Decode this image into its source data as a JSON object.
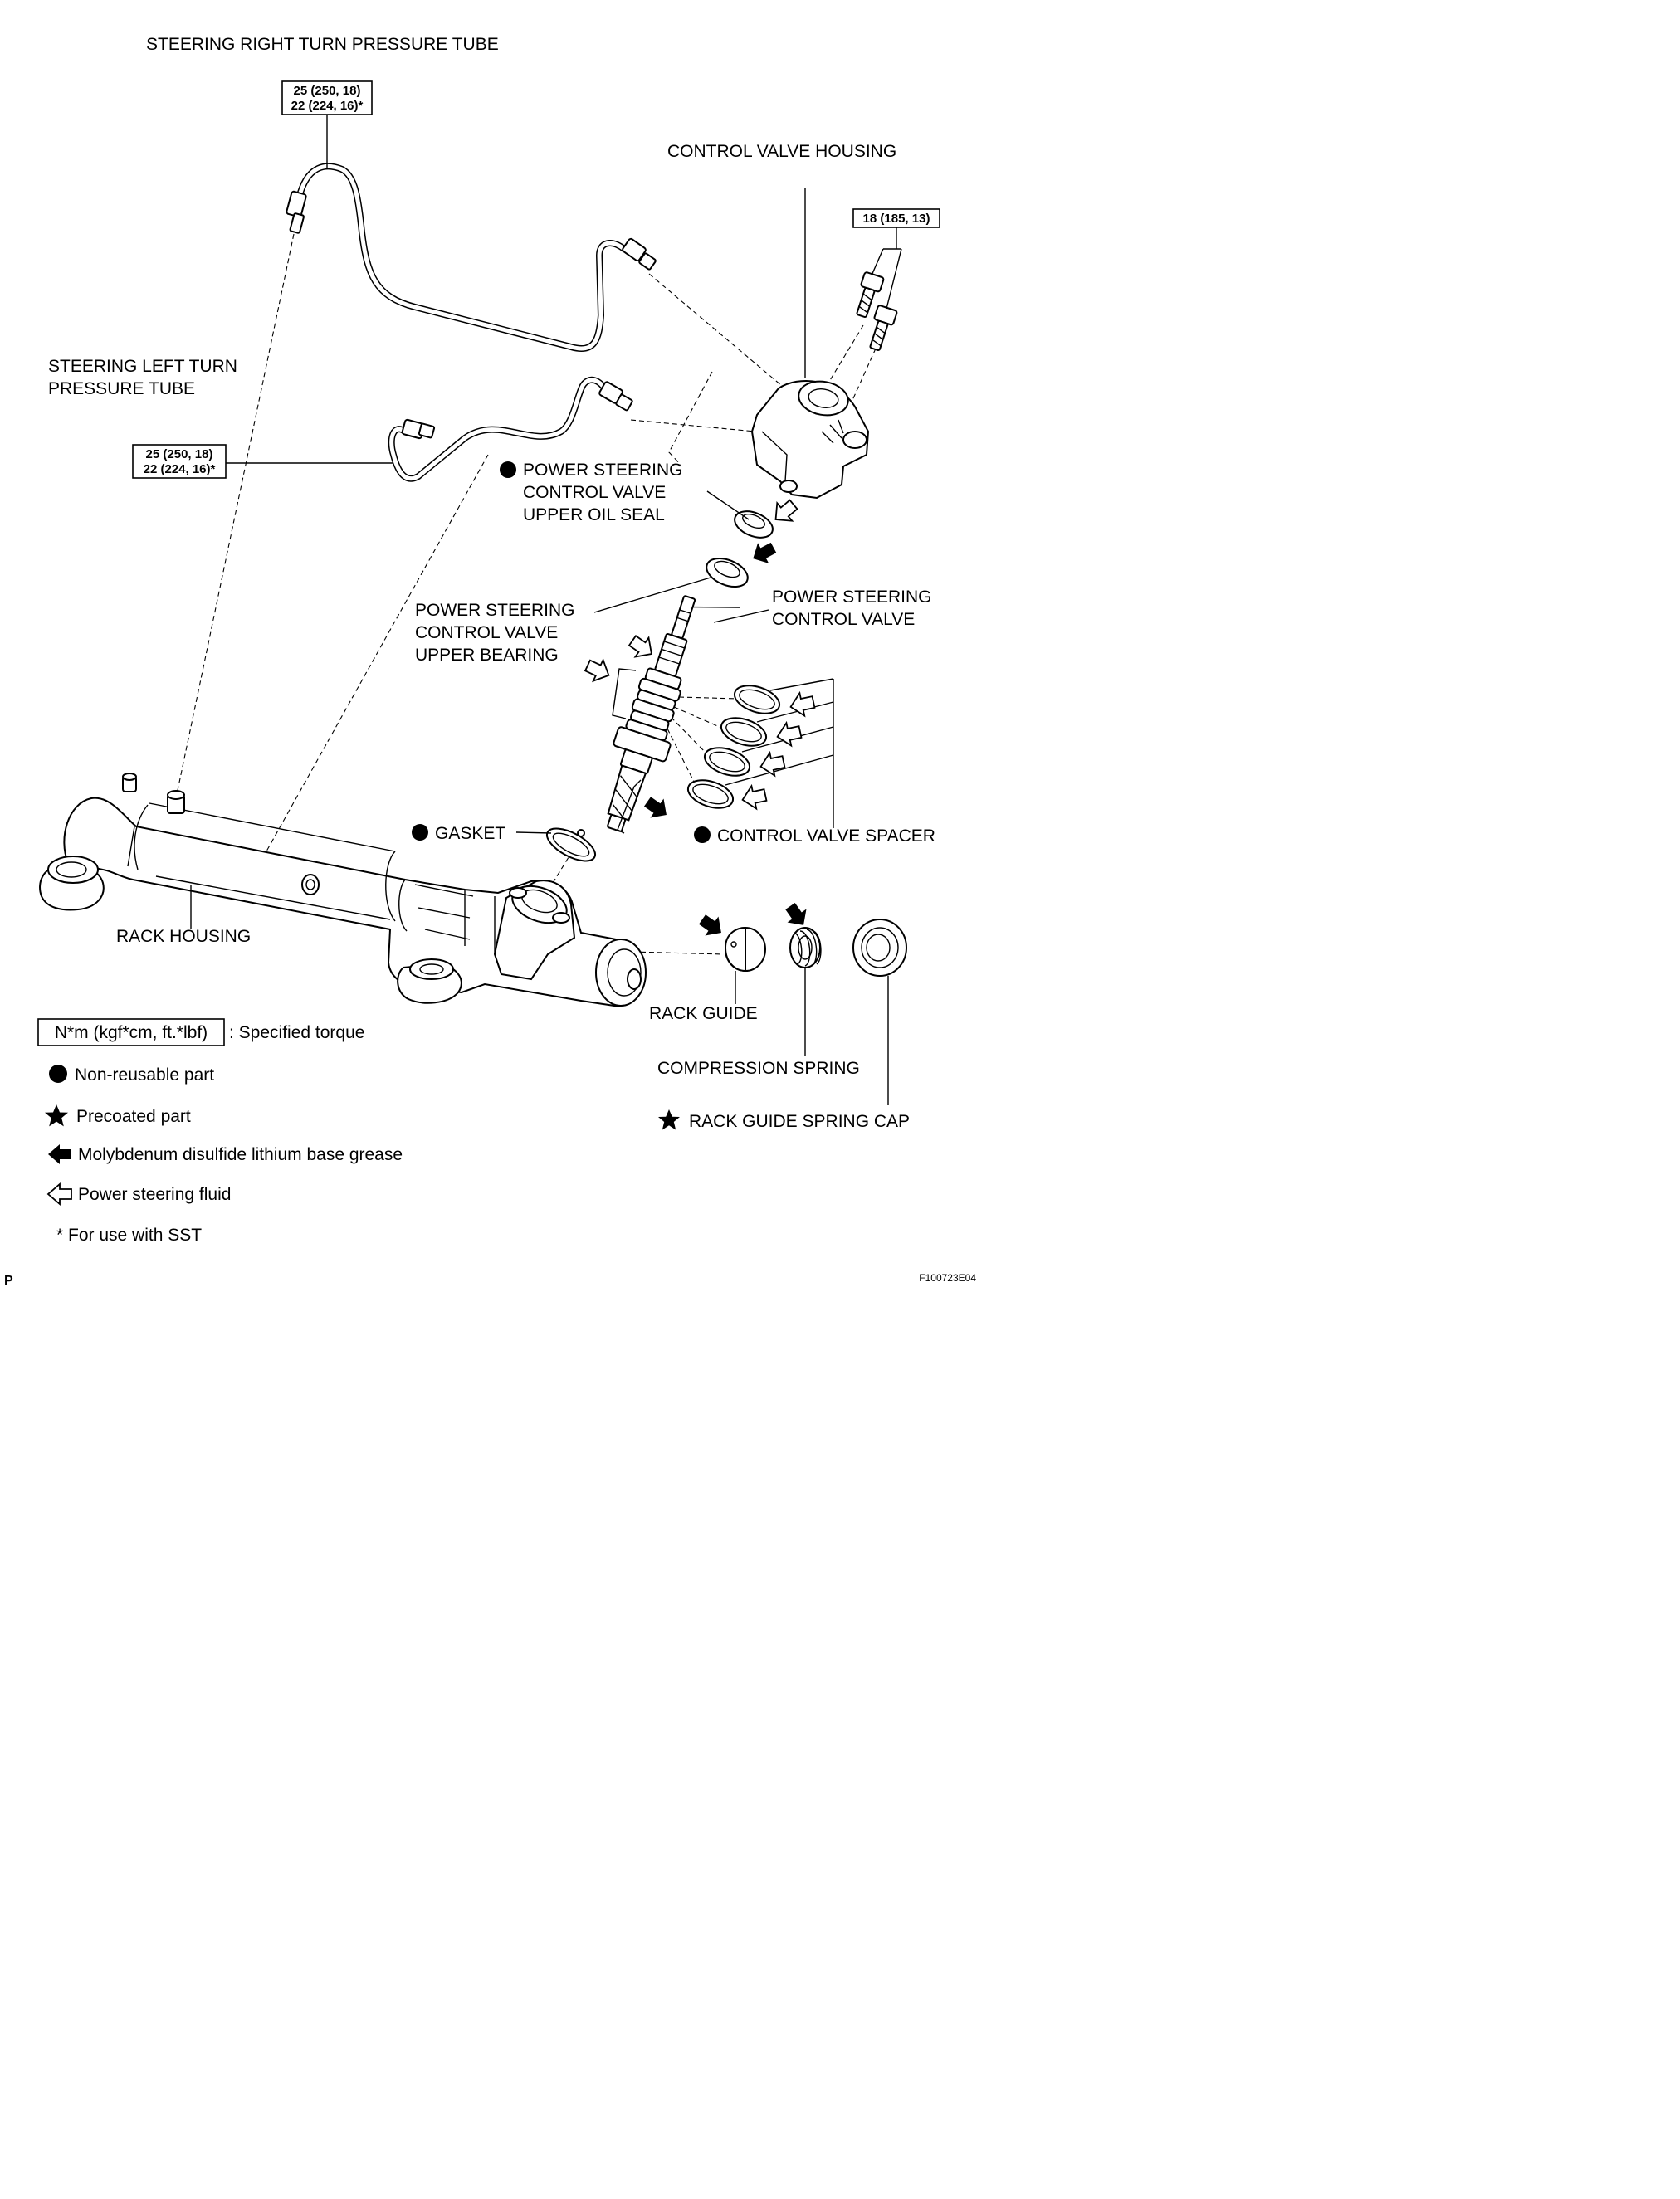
{
  "labels": {
    "right_tube": "STEERING RIGHT TURN PRESSURE TUBE",
    "control_valve_housing": "CONTROL VALVE HOUSING",
    "left_tube_line1": "STEERING LEFT TURN",
    "left_tube_line2": "PRESSURE TUBE",
    "upper_oil_seal_line1": "POWER STEERING",
    "upper_oil_seal_line2": "CONTROL VALVE",
    "upper_oil_seal_line3": "UPPER OIL SEAL",
    "upper_bearing_line1": "POWER STEERING",
    "upper_bearing_line2": "CONTROL VALVE",
    "upper_bearing_line3": "UPPER BEARING",
    "control_valve_line1": "POWER STEERING",
    "control_valve_line2": "CONTROL VALVE",
    "gasket": "GASKET",
    "control_valve_spacer": "CONTROL VALVE SPACER",
    "rack_housing": "RACK HOUSING",
    "rack_guide": "RACK GUIDE",
    "compression_spring": "COMPRESSION SPRING",
    "rack_guide_spring_cap": "RACK GUIDE SPRING CAP"
  },
  "torques": {
    "right_tube_line1": "25 (250, 18)",
    "right_tube_line2": "22 (224, 16)*",
    "left_tube_line1": "25 (250, 18)",
    "left_tube_line2": "22 (224, 16)*",
    "housing_bolts": "18 (185, 13)"
  },
  "legend": {
    "torque_unit": "N*m (kgf*cm, ft.*lbf)",
    "torque_desc": ": Specified torque",
    "non_reusable": "Non-reusable part",
    "precoated": "Precoated part",
    "moly_grease": "Molybdenum disulfide lithium base grease",
    "ps_fluid": "Power steering fluid",
    "sst_note": "* For use with SST"
  },
  "footer": {
    "page_prefix": "P",
    "figure_id": "F100723E04"
  },
  "symbols": {
    "non_reusable": "filled-circle-icon",
    "precoated": "star-icon",
    "grease": "solid-arrow-icon",
    "fluid": "hollow-arrow-icon"
  }
}
